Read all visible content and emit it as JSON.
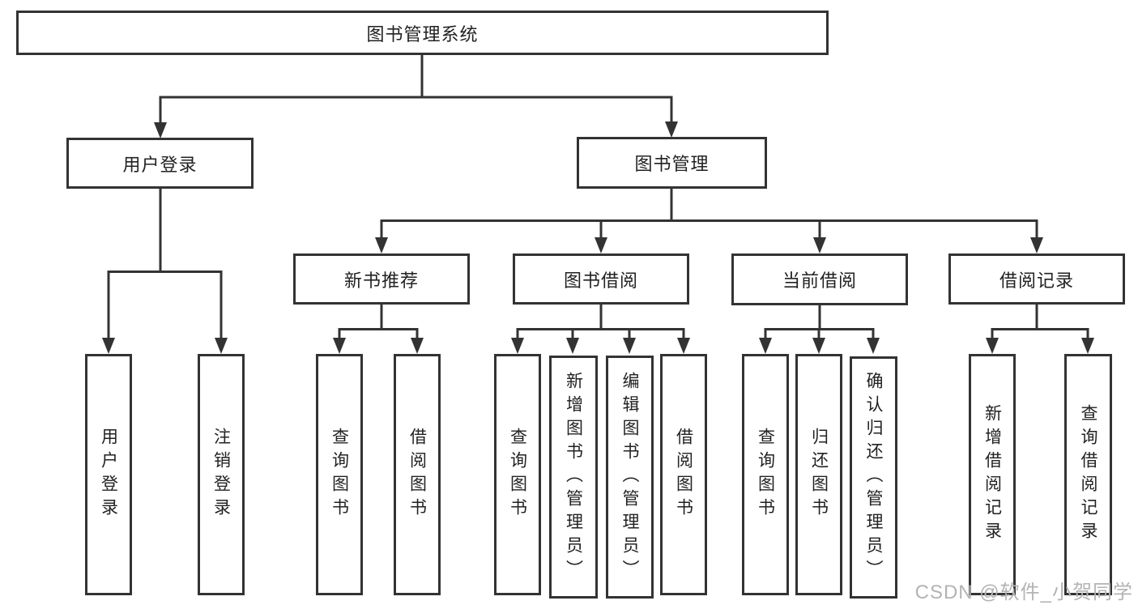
{
  "nodes": {
    "root": {
      "label": "图书管理系统"
    },
    "level2": [
      {
        "id": "user-login",
        "label": "用户登录"
      },
      {
        "id": "book-mgmt",
        "label": "图书管理"
      }
    ],
    "level3": [
      {
        "id": "new-book-recommend",
        "label": "新书推荐"
      },
      {
        "id": "book-borrow",
        "label": "图书借阅"
      },
      {
        "id": "current-borrow",
        "label": "当前借阅"
      },
      {
        "id": "borrow-record",
        "label": "借阅记录"
      }
    ],
    "leaves": [
      {
        "group": "user-login",
        "label": "用户登录"
      },
      {
        "group": "user-login",
        "label": "注销登录"
      },
      {
        "group": "new-book-recommend",
        "label": "查询图书"
      },
      {
        "group": "new-book-recommend",
        "label": "借阅图书"
      },
      {
        "group": "book-borrow",
        "label": "查询图书"
      },
      {
        "group": "book-borrow",
        "label": "新增图书（管理员）"
      },
      {
        "group": "book-borrow",
        "label": "编辑图书（管理员）"
      },
      {
        "group": "book-borrow",
        "label": "借阅图书"
      },
      {
        "group": "current-borrow",
        "label": "查询图书"
      },
      {
        "group": "current-borrow",
        "label": "归还图书"
      },
      {
        "group": "current-borrow",
        "label": "确认归还（管理员）"
      },
      {
        "group": "borrow-record",
        "label": "新增借阅记录"
      },
      {
        "group": "borrow-record",
        "label": "查询借阅记录"
      }
    ]
  },
  "watermark": {
    "text": "CSDN @软件_小贺同学"
  },
  "colors": {
    "line": "#333333",
    "text": "#222222",
    "watermark": "#b3b3b3",
    "background": "#ffffff"
  }
}
